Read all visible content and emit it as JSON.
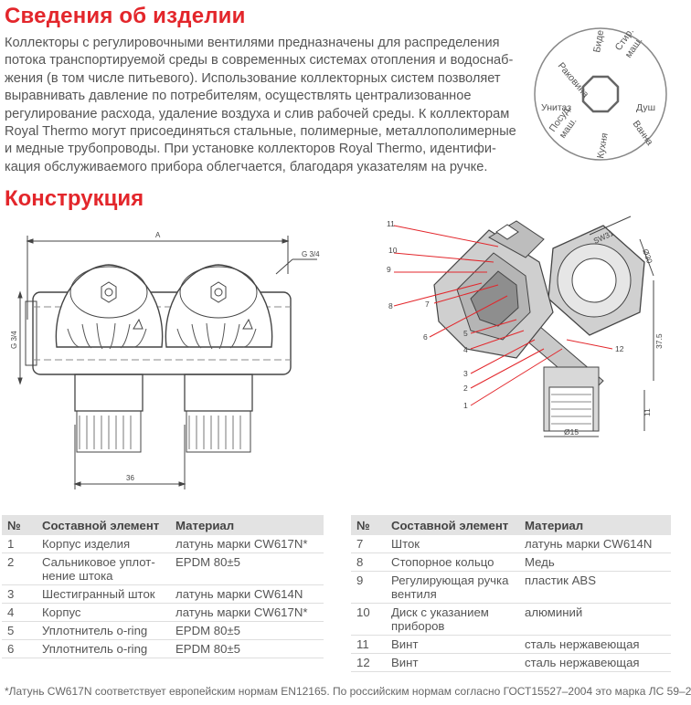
{
  "section1_title": "Сведения об изделии",
  "paragraph_lines": [
    "Коллекторы с регулировочными вентилями предназначены для распределения",
    "потока транспортируемой среды в современных системах отопления и водоснаб-",
    "жения (в том числе питьевого). Использование коллекторных систем позволяет",
    "выравнивать давление по потребителям, осуществлять централизованное",
    "регулирование расхода, удаление воздуха и слив рабочей среды. К коллекторам",
    "Royal Thermo могут присоединяться стальные, полимерные, металлополимерные",
    "и медные трубопроводы. При установке коллекторов Royal Thermo, идентифи-",
    "кация обслуживаемого прибора облегчается, благодаря указателям на ручке."
  ],
  "dial_labels": {
    "bide": "Биде",
    "stir": "Стир.",
    "stir2": "маш.",
    "rakovina": "Раковина",
    "unitaz": "Унитаз",
    "dush": "Душ",
    "posud": "Посуд.",
    "posud2": "маш.",
    "kuhnya": "Кухня",
    "vanna": "Ванна"
  },
  "section2_title": "Конструкция",
  "drawing_left": {
    "dim_a": "A",
    "dim_g34_right": "G 3/4",
    "dim_g34_left": "G 3/4",
    "dim_36": "36"
  },
  "drawing_right": {
    "callouts": [
      "11",
      "10",
      "9",
      "8",
      "7",
      "6",
      "5",
      "4",
      "3",
      "2",
      "1",
      "12"
    ],
    "dim_sw31": "SW31",
    "dim_d30": "Ø30",
    "dim_375": "37.5",
    "dim_11": "11",
    "dim_d15": "Ø15"
  },
  "table_headers": {
    "num": "№",
    "element": "Составной элемент",
    "material": "Материал"
  },
  "table_left": [
    {
      "num": "1",
      "element": "Корпус изделия",
      "material": "латунь марки CW617N*"
    },
    {
      "num": "2",
      "element": "Сальниковое уплот-нение штока",
      "element_l1": "Сальниковое уплот-",
      "element_l2": "нение штока",
      "material": "EPDM 80±5"
    },
    {
      "num": "3",
      "element": "Шестигранный шток",
      "material": "латунь марки CW614N"
    },
    {
      "num": "4",
      "element": "Корпус",
      "material": "латунь марки CW617N*"
    },
    {
      "num": "5",
      "element": "Уплотнитель o-ring",
      "material": "EPDM 80±5"
    },
    {
      "num": "6",
      "element": "Уплотнитель o-ring",
      "material": "EPDM 80±5"
    }
  ],
  "table_right": [
    {
      "num": "7",
      "element": "Шток",
      "material": "латунь марки CW614N"
    },
    {
      "num": "8",
      "element": "Стопорное кольцо",
      "material": "Медь"
    },
    {
      "num": "9",
      "element_l1": "Регулирующая ручка",
      "element_l2": "вентиля",
      "material": "пластик ABS"
    },
    {
      "num": "10",
      "element_l1": "Диск с указанием",
      "element_l2": "приборов",
      "material": "алюминий"
    },
    {
      "num": "11",
      "element": "Винт",
      "material": "сталь нержавеющая"
    },
    {
      "num": "12",
      "element": "Винт",
      "material": "сталь нержавеющая"
    }
  ],
  "footnote": "*Латунь CW617N соответствует европейским нормам EN12165. По российским нормам согласно ГОСТ15527–2004 это марка ЛС 59–2",
  "colors": {
    "accent": "#e3262b",
    "text": "#555555",
    "table_header": "#e3e3e3"
  }
}
